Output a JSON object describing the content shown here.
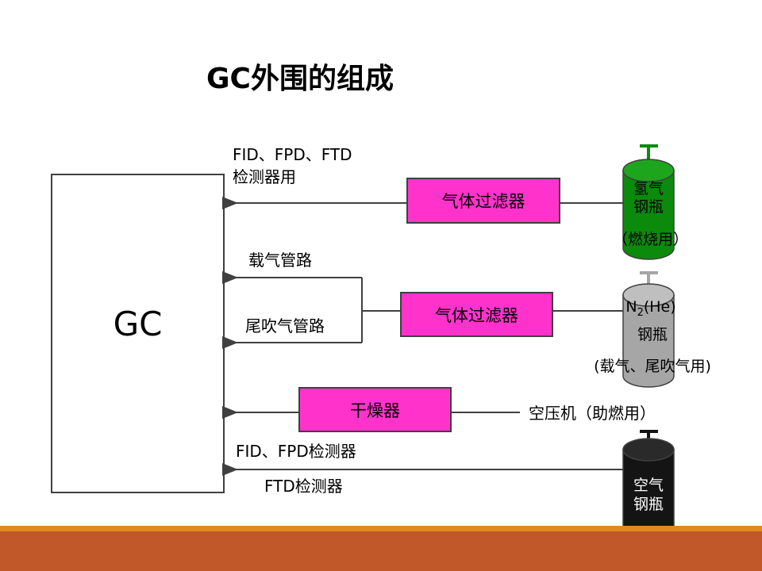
{
  "title": "GC外围的组成",
  "gc_label": "GC",
  "filters": {
    "filter1": "气体过滤器",
    "filter2": "气体过滤器",
    "dryer": "干燥器"
  },
  "labels": {
    "detector_top_line1": "FID、FPD、FTD",
    "detector_top_line2": "检测器用",
    "carrier_line": "载气管路",
    "tail_line": "尾吹气管路",
    "compressor": "空压机（助燃用）",
    "fid_fpd": "FID、FPD检测器",
    "ftd": "FTD检测器"
  },
  "cylinders": {
    "hydrogen": {
      "line1": "氢气",
      "line2": "钢瓶",
      "line3": "（燃烧用）",
      "color": "#0b8a0b"
    },
    "nitrogen": {
      "formula_n": "N",
      "formula_sub": "2",
      "formula_rest": "(He)",
      "line2": "钢瓶",
      "line3": "(载气、尾吹气用)",
      "color": "#a6a6a6"
    },
    "air": {
      "line1": "空气",
      "line2": "钢瓶",
      "color": "#141414"
    }
  },
  "colors": {
    "filter": "#ff33cc",
    "footer": "#c0582a",
    "footer_accent": "#e08a1e"
  }
}
